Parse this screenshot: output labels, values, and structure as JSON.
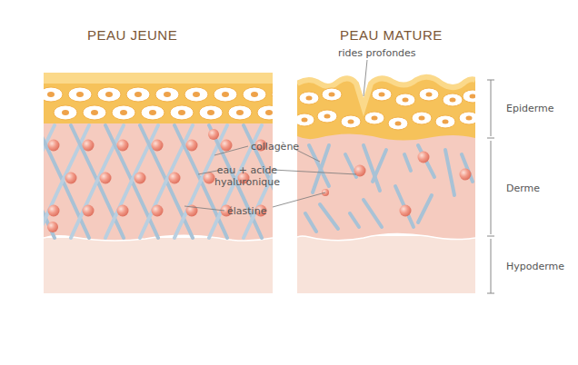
{
  "diagram": {
    "labels": [
      "PEAU JEUNE",
      "PEAU MATURE",
      "rides profondes",
      "collagène",
      "eau + acide hyaluronique",
      "élastine",
      "Epiderme",
      "Derme",
      "Hypoderme"
    ]
  }
}
